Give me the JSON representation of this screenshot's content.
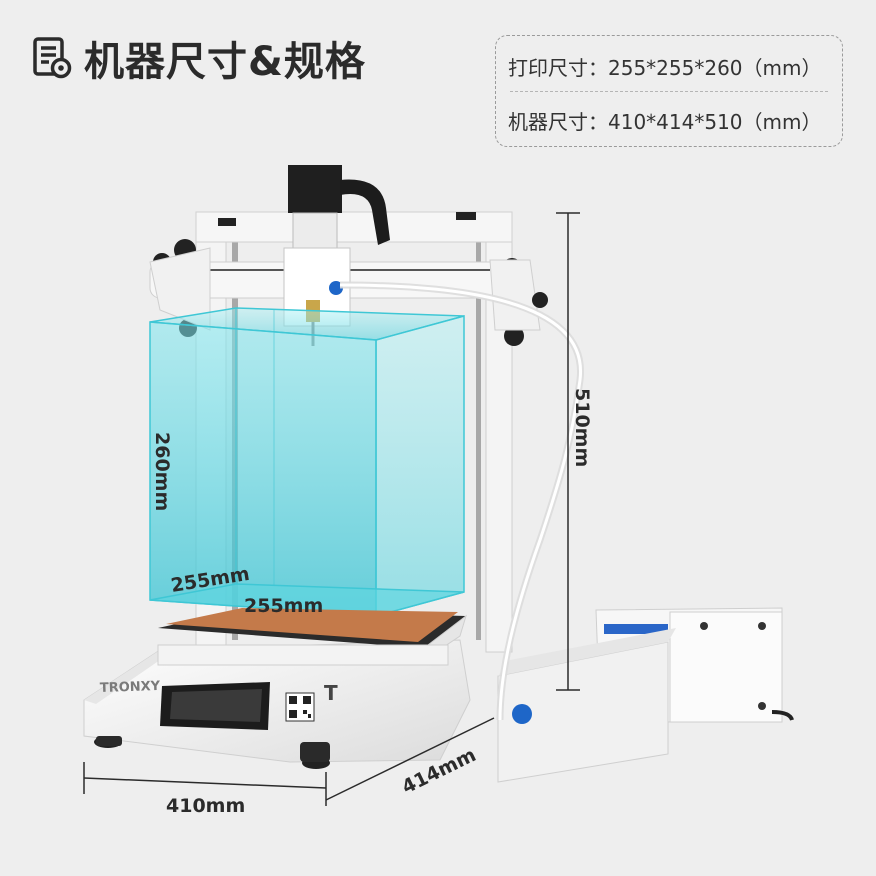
{
  "title": {
    "icon": "document-gear-icon",
    "text": "机器尺寸&规格"
  },
  "specs": {
    "print_size": "打印尺寸：255*255*260（mm）",
    "machine_size": "机器尺寸：410*414*510（mm）"
  },
  "dimensions": {
    "width": "410mm",
    "depth": "414mm",
    "height": "510mm",
    "build_height": "260mm",
    "build_width": "255mm",
    "build_depth": "255mm"
  },
  "printer": {
    "brand": "TRONXY",
    "logo_mark": "T"
  },
  "colors": {
    "background": "#eeeeee",
    "build_volume": "#4fd4e0",
    "frame": "#f4f4f4",
    "accent_blue": "#1e66c8"
  }
}
